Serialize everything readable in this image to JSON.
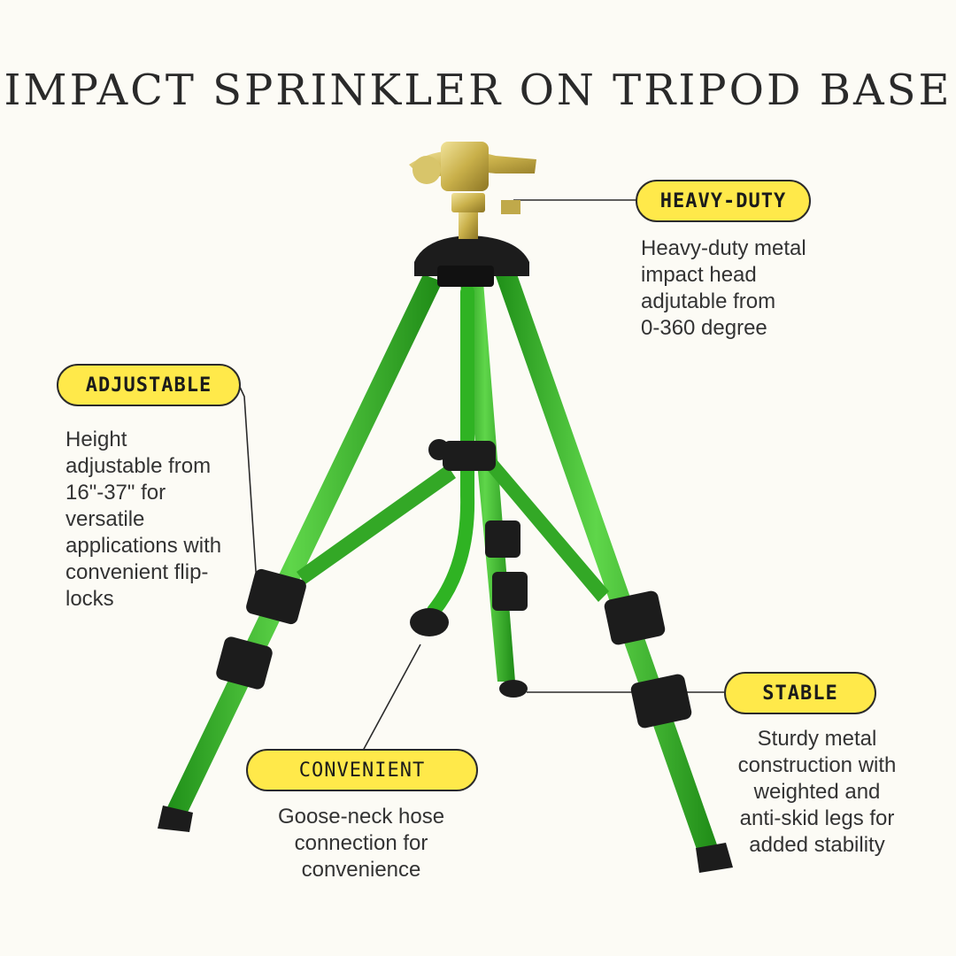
{
  "title": "IMPACT SPRINKLER ON TRIPOD BASE",
  "colors": {
    "background": "#fcfbf5",
    "pill_fill": "#ffe94a",
    "leg_green": "#2fb323",
    "clamp_black": "#1c1c1c",
    "brass": "#c9b04a"
  },
  "callouts": {
    "heavy_duty": {
      "label": "HEAVY-DUTY",
      "text": "Heavy-duty metal\nimpact head\nadjutable from\n0-360 degree"
    },
    "adjustable": {
      "label": "ADJUSTABLE",
      "text": "Height\nadjustable from\n16\"-37\" for\nversatile\napplications with\nconvenient flip-\nlocks"
    },
    "convenient": {
      "label": "CONVENIENT",
      "text": "Goose-neck hose\nconnection for\nconvenience"
    },
    "stable": {
      "label": "STABLE",
      "text": "Sturdy metal\nconstruction with\nweighted and\nanti-skid legs for\nadded stability"
    }
  }
}
